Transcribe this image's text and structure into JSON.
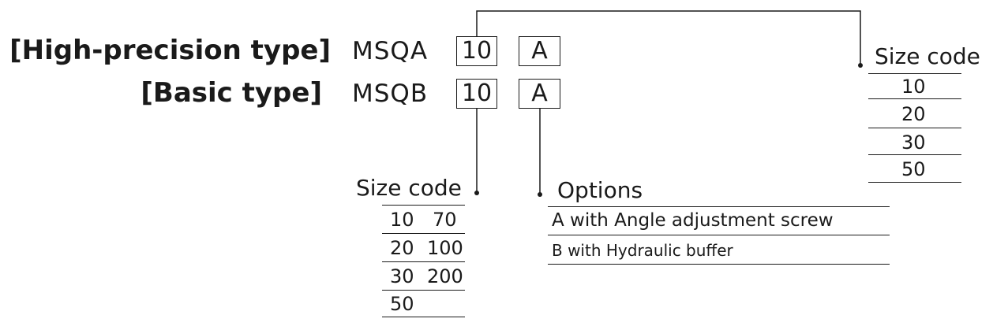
{
  "rows": [
    {
      "type_label": "[High-precision type]",
      "model": "MSQA",
      "size_box": "10",
      "option_box": "A"
    },
    {
      "type_label": "[Basic type]",
      "model": "MSQB",
      "size_box": "10",
      "option_box": "A"
    }
  ],
  "right_size_code": {
    "heading": "Size code",
    "values": [
      "10",
      "20",
      "30",
      "50"
    ]
  },
  "basic_size_code": {
    "heading": "Size code",
    "rows": [
      {
        "size": "10",
        "angle": "70"
      },
      {
        "size": "20",
        "angle": "100"
      },
      {
        "size": "30",
        "angle": "200"
      },
      {
        "size": "50",
        "angle": ""
      }
    ]
  },
  "options": {
    "heading": "Options",
    "items": [
      "A with Angle adjustment screw",
      "B with Hydraulic buffer"
    ]
  }
}
